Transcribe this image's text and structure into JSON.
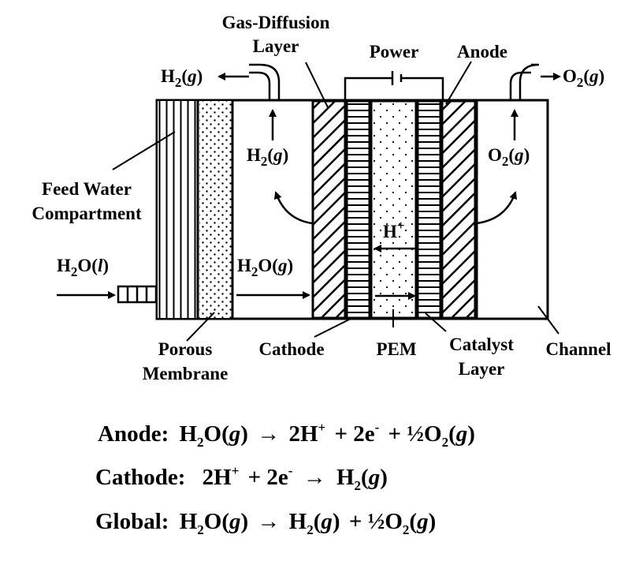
{
  "labels": {
    "gas_diffusion_1": "Gas-Diffusion",
    "gas_diffusion_2": "Layer",
    "power": "Power",
    "anode": "Anode",
    "h2g_out": {
      "pre": "H",
      "sub": "2",
      "post": "(",
      "it": "g",
      "end": ")"
    },
    "o2g_out": {
      "pre": "O",
      "sub": "2",
      "post": "(",
      "it": "g",
      "end": ")"
    },
    "h2g_in": {
      "pre": "H",
      "sub": "2",
      "post": "(",
      "it": "g",
      "end": ")"
    },
    "o2g_in": {
      "pre": "O",
      "sub": "2",
      "post": "(",
      "it": "g",
      "end": ")"
    },
    "feed_water_1": "Feed Water",
    "feed_water_2": "Compartment",
    "h_plus": {
      "base": "H",
      "sup": "+"
    },
    "h2o_liquid": {
      "pre": "H",
      "sub": "2",
      "post": "O(",
      "it": "l",
      "end": ")"
    },
    "h2o_gas": {
      "pre": "H",
      "sub": "2",
      "post": "O(",
      "it": "g",
      "end": ")"
    },
    "porous_1": "Porous",
    "porous_2": "Membrane",
    "cathode": "Cathode",
    "pem": "PEM",
    "catalyst_1": "Catalyst",
    "catalyst_2": "Layer",
    "channel": "Channel"
  },
  "equations": {
    "anode": {
      "label": "Anode:",
      "h": "H",
      "s2": "2",
      "o": "O(",
      "g": "g",
      "cp": ")",
      "arrow": "→",
      "two_h": "2H",
      "plus_sup": "+",
      "plus_2e": "+ 2e",
      "minus_sup": "-",
      "half_o": "+ ½O",
      "s2b": "2",
      "op": "(",
      "g2": "g",
      "cp2": ")"
    },
    "cathode": {
      "label": "Cathode:",
      "two_h": "2H",
      "plus_sup": "+",
      "plus_2e": "+ 2e",
      "minus_sup": "-",
      "arrow": "→",
      "h": "H",
      "s2": "2",
      "op": "(",
      "g": "g",
      "cp": ")"
    },
    "global": {
      "label": "Global:",
      "h": "H",
      "s2": "2",
      "o": "O(",
      "g": "g",
      "cp": ")",
      "arrow": "→",
      "h2": "H",
      "s2b": "2",
      "op2": "(",
      "g2": "g",
      "cp2": ")",
      "half_o": "+ ½O",
      "s2c": "2",
      "op3": "(",
      "g3": "g",
      "cp3": ")"
    }
  }
}
